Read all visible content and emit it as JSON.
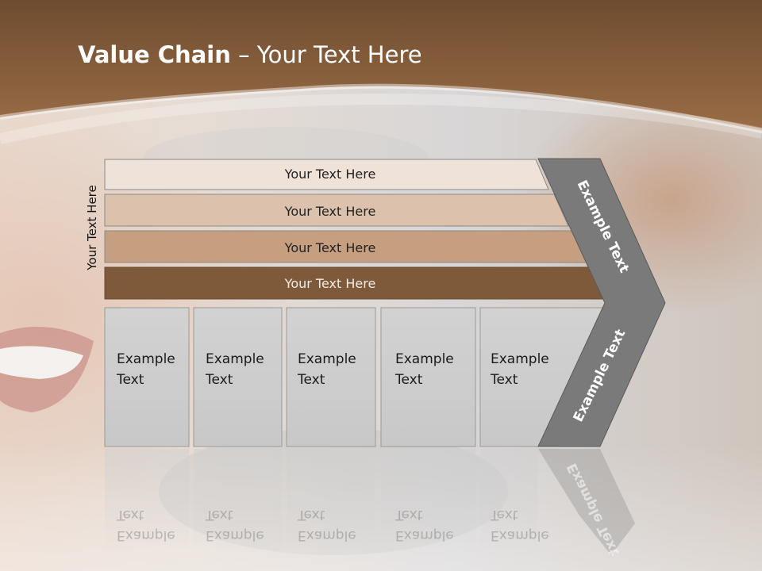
{
  "slide": {
    "title_bold": "Value Chain",
    "title_rest": " – Your Text Here",
    "side_label": "Your Text Here"
  },
  "bars": [
    {
      "label": "Your Text Here",
      "color": "#efe3d9"
    },
    {
      "label": "Your Text Here",
      "color": "#dcc2ac"
    },
    {
      "label": "Your Text Here",
      "color": "#c69f80"
    },
    {
      "label": "Your Text Here",
      "color": "#7f5a3a"
    }
  ],
  "cells": [
    {
      "line1": "Example",
      "line2": "Text"
    },
    {
      "line1": "Example",
      "line2": "Text"
    },
    {
      "line1": "Example",
      "line2": "Text"
    },
    {
      "line1": "Example",
      "line2": "Text"
    },
    {
      "line1": "Example",
      "line2": "Text"
    }
  ],
  "arrow": {
    "upper": "Example Text",
    "lower": "Example Text",
    "color": "#7a7a7a"
  },
  "colors": {
    "brown_band": "#8a6040",
    "cell_fill": "#cfcfcf"
  }
}
